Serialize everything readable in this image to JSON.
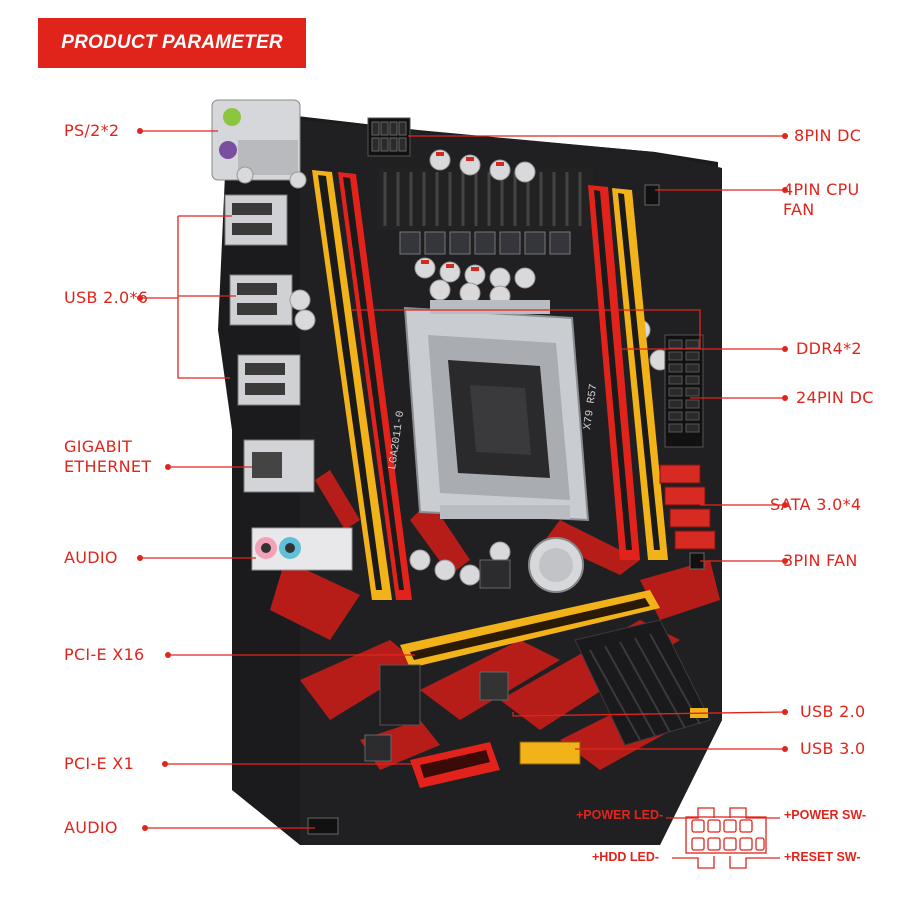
{
  "banner": {
    "title": "PRODUCT PARAMETER"
  },
  "labels_left": {
    "ps2": "PS/2*2",
    "usb20x6": "USB 2.0*6",
    "gigabit_line1": "GIGABIT",
    "gigabit_line2": "ETHERNET",
    "audio_top": "AUDIO",
    "pcie_x16": "PCI-E X16",
    "pcie_x1": "PCI-E X1",
    "audio_bottom": "AUDIO"
  },
  "labels_right": {
    "pin8": "8PIN DC",
    "cpu_fan_line1": "4PIN CPU",
    "cpu_fan_line2": "FAN",
    "ddr4": "DDR4*2",
    "pin24": "24PIN DC",
    "sata": "SATA 3.0*4",
    "fan3": "3PIN FAN",
    "usb20": "USB 2.0",
    "usb30": "USB 3.0"
  },
  "front_panel": {
    "power_led": "+POWER LED-",
    "power_sw": "+POWER SW-",
    "hdd_led": "+HDD LED-",
    "reset_sw": "+RESET SW-"
  },
  "board_print": {
    "socket": "LGA2011-0",
    "model": "X79 R57"
  },
  "colors": {
    "accent": "#e1241b",
    "pcb": "#1b1b1d",
    "red_trace": "#d8221c",
    "dimm_yellow": "#f2b21a",
    "dimm_red": "#e2231b",
    "metal": "#c9ccd0"
  }
}
